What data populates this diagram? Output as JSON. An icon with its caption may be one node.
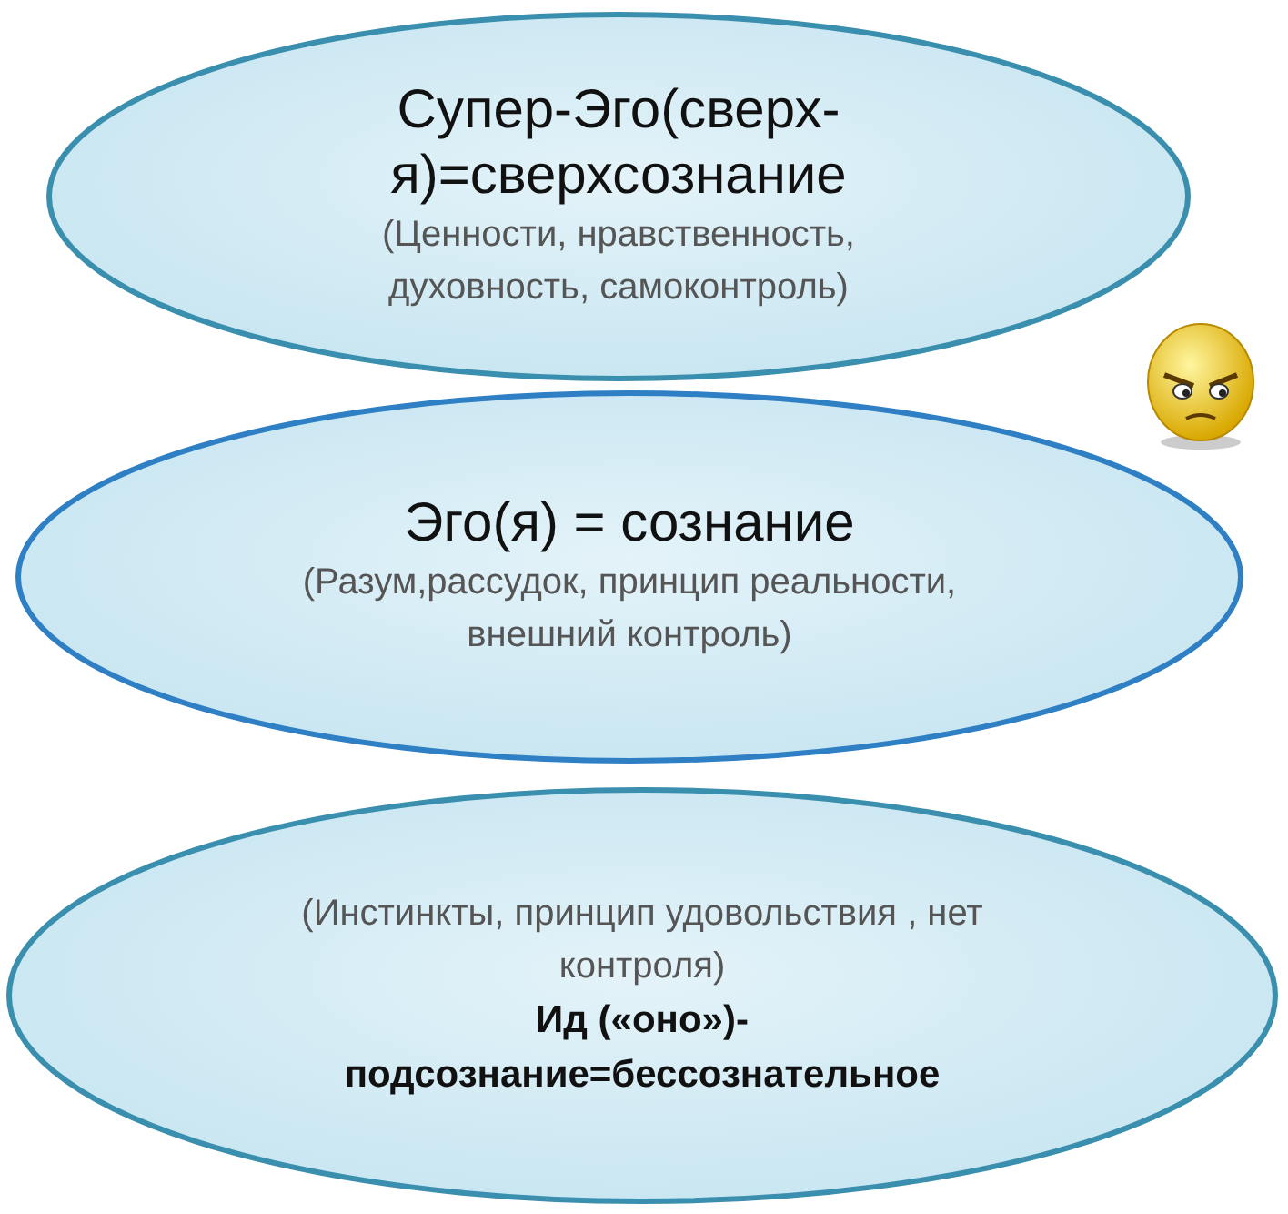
{
  "diagram": {
    "nodes": [
      {
        "text": [
          "Супер-Эго(сверх-я)=сверхсознание",
          "(Ценности, нравственность, духовность, самоконтроль)"
        ]
      },
      {
        "text": [
          "Эго(я) = сознание",
          "(Разум,рассудок, принцип реальности, внешний контроль)"
        ]
      },
      {
        "text": [
          "(Инстинкты, принцип удовольствия ,  нет контроля)",
          "Ид («оно»)- подсознание=бессознательное"
        ]
      }
    ]
  }
}
